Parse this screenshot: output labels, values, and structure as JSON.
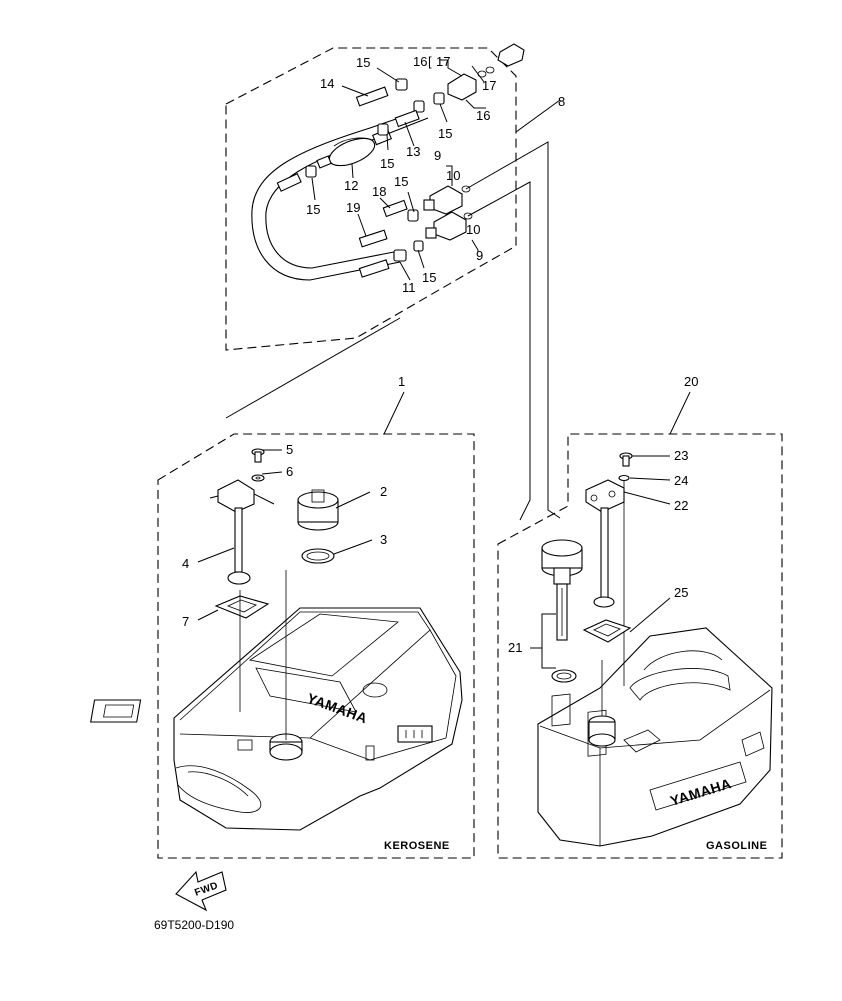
{
  "callouts": {
    "p1": "1",
    "p2": "2",
    "p3": "3",
    "p4": "4",
    "p5": "5",
    "p6": "6",
    "p7": "7",
    "p8": "8",
    "p9a": "9",
    "p9b": "9",
    "p10a": "10",
    "p10b": "10",
    "p11": "11",
    "p12": "12",
    "p13": "13",
    "p14": "14",
    "p15a": "15",
    "p15b": "15",
    "p15c": "15",
    "p15d": "15",
    "p15e": "15",
    "p15f": "15",
    "p16a": "16",
    "p16b": "16",
    "p17a": "17",
    "p17b": "17",
    "p18": "18",
    "p19": "19",
    "p20": "20",
    "p21": "21",
    "p22": "22",
    "p23": "23",
    "p24": "24",
    "p25": "25"
  },
  "labels": {
    "kerosene": "KEROSENE",
    "gasoline": "GASOLINE",
    "fwd": "FWD",
    "brand": "YAMAHA",
    "diagram_code": "69T5200-D190"
  }
}
